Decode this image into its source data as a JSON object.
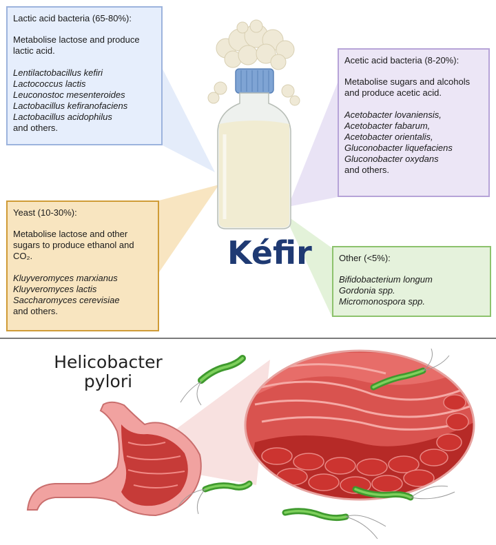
{
  "kefir_title": "Kéfir",
  "lactic": {
    "heading": "Lactic acid bacteria (65-80%):",
    "description": "Metabolise lactose and produce lactic acid.",
    "species": [
      "Lentilactobacillus kefiri",
      "Lactococcus lactis",
      "Leuconostoc mesenteroides",
      "Lactobacillus kefiranofaciens",
      "Lactobacillus acidophilus"
    ],
    "others": "and others."
  },
  "acetic": {
    "heading": "Acetic acid bacteria (8-20%):",
    "description": "Metabolise sugars and alcohols and produce acetic acid.",
    "species": [
      "Acetobacter lovaniensis,",
      "Acetobacter fabarum,",
      "Acetobacter orientalis,",
      "Gluconobacter liquefaciens",
      "Gluconobacter oxydans"
    ],
    "others": "and others."
  },
  "yeast": {
    "heading": "Yeast (10-30%):",
    "description": "Metabolise lactose and other sugars to produce ethanol and CO₂.",
    "species": [
      "Kluyveromyces marxianus",
      "Kluyveromyces lactis",
      "Saccharomyces cerevisiae"
    ],
    "others": "and others."
  },
  "other": {
    "heading": "Other (<5%):",
    "species": [
      "Bifidobacterium longum",
      "Gordonia spp.",
      "Micromonospora spp."
    ]
  },
  "hp_title": "Helicobacter pylori",
  "colors": {
    "lactic_fill": "#e6eefc",
    "lactic_border": "#9cb3dd",
    "acetic_fill": "#ece6f6",
    "acetic_border": "#b6a3d8",
    "yeast_fill": "#f8e5c0",
    "yeast_border": "#cf9b36",
    "other_fill": "#e5f2dc",
    "other_border": "#8cc26c",
    "title": "#1f3a73"
  }
}
